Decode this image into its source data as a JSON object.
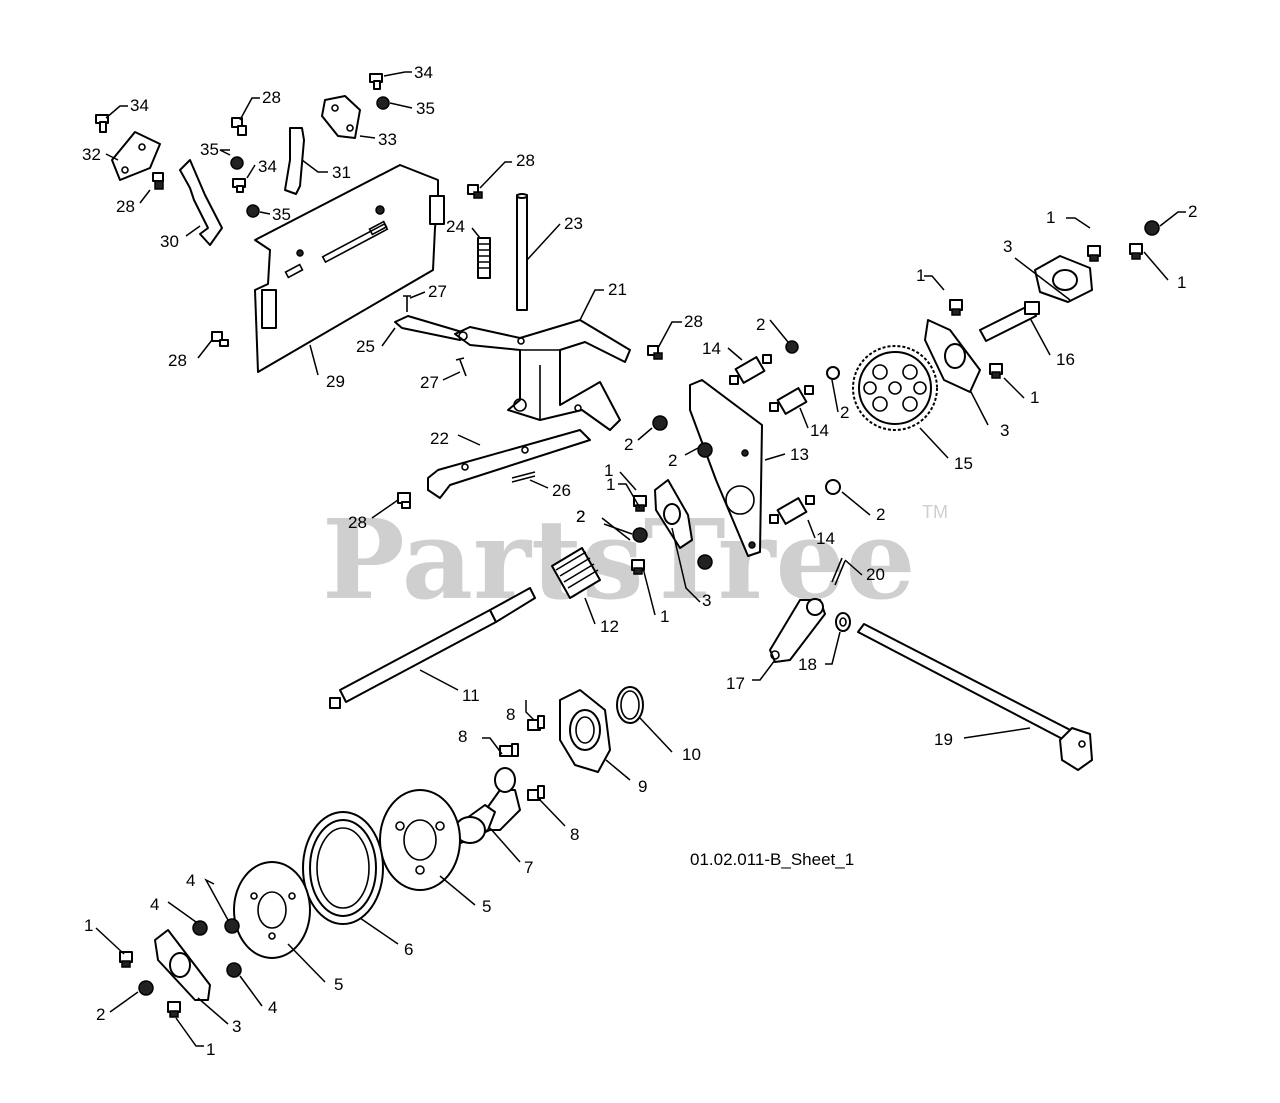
{
  "watermark": {
    "text": "PartsTree",
    "trademark": "TM"
  },
  "sheet_label": "01.02.011-B_Sheet_1",
  "callouts": [
    {
      "id": "c1",
      "text": "34"
    },
    {
      "id": "c2",
      "text": "34"
    },
    {
      "id": "c3",
      "text": "28"
    },
    {
      "id": "c4",
      "text": "35"
    },
    {
      "id": "c5",
      "text": "32"
    },
    {
      "id": "c6",
      "text": "35"
    },
    {
      "id": "c7",
      "text": "34"
    },
    {
      "id": "c8",
      "text": "33"
    },
    {
      "id": "c9",
      "text": "31"
    },
    {
      "id": "c10",
      "text": "28"
    },
    {
      "id": "c11",
      "text": "35"
    },
    {
      "id": "c12",
      "text": "30"
    },
    {
      "id": "c13",
      "text": "28"
    },
    {
      "id": "c14",
      "text": "24"
    },
    {
      "id": "c15",
      "text": "23"
    },
    {
      "id": "c16",
      "text": "27"
    },
    {
      "id": "c17",
      "text": "21"
    },
    {
      "id": "c18",
      "text": "25"
    },
    {
      "id": "c19",
      "text": "28"
    },
    {
      "id": "c20",
      "text": "27"
    },
    {
      "id": "c21",
      "text": "29"
    },
    {
      "id": "c22",
      "text": "28"
    },
    {
      "id": "c23",
      "text": "22"
    },
    {
      "id": "c24",
      "text": "26"
    },
    {
      "id": "c25",
      "text": "28"
    },
    {
      "id": "c26",
      "text": "2"
    },
    {
      "id": "c27",
      "text": "2"
    },
    {
      "id": "c28",
      "text": "14"
    },
    {
      "id": "c29",
      "text": "2"
    },
    {
      "id": "c30",
      "text": "14"
    },
    {
      "id": "c31",
      "text": "13"
    },
    {
      "id": "c32",
      "text": "1"
    },
    {
      "id": "c33",
      "text": "2"
    },
    {
      "id": "c34",
      "text": "3"
    },
    {
      "id": "c35",
      "text": "1"
    },
    {
      "id": "c36",
      "text": "12"
    },
    {
      "id": "c37",
      "text": "2"
    },
    {
      "id": "c38",
      "text": "14"
    },
    {
      "id": "c39",
      "text": "2"
    },
    {
      "id": "c40",
      "text": "20"
    },
    {
      "id": "c41",
      "text": "1"
    },
    {
      "id": "c42",
      "text": "3"
    },
    {
      "id": "c43",
      "text": "1"
    },
    {
      "id": "c44",
      "text": "2"
    },
    {
      "id": "c45",
      "text": "1"
    },
    {
      "id": "c46",
      "text": "16"
    },
    {
      "id": "c47",
      "text": "1"
    },
    {
      "id": "c48",
      "text": "3"
    },
    {
      "id": "c49",
      "text": "15"
    },
    {
      "id": "c50",
      "text": "1"
    },
    {
      "id": "c51",
      "text": "2"
    },
    {
      "id": "c52",
      "text": "11"
    },
    {
      "id": "c53",
      "text": "8"
    },
    {
      "id": "c54",
      "text": "8"
    },
    {
      "id": "c55",
      "text": "9"
    },
    {
      "id": "c56",
      "text": "10"
    },
    {
      "id": "c57",
      "text": "8"
    },
    {
      "id": "c58",
      "text": "7"
    },
    {
      "id": "c59",
      "text": "17"
    },
    {
      "id": "c60",
      "text": "18"
    },
    {
      "id": "c61",
      "text": "19"
    },
    {
      "id": "c62",
      "text": "5"
    },
    {
      "id": "c63",
      "text": "6"
    },
    {
      "id": "c64",
      "text": "4"
    },
    {
      "id": "c65",
      "text": "4"
    },
    {
      "id": "c66",
      "text": "5"
    },
    {
      "id": "c67",
      "text": "1"
    },
    {
      "id": "c68",
      "text": "2"
    },
    {
      "id": "c69",
      "text": "3"
    },
    {
      "id": "c70",
      "text": "4"
    },
    {
      "id": "c71",
      "text": "1"
    }
  ]
}
